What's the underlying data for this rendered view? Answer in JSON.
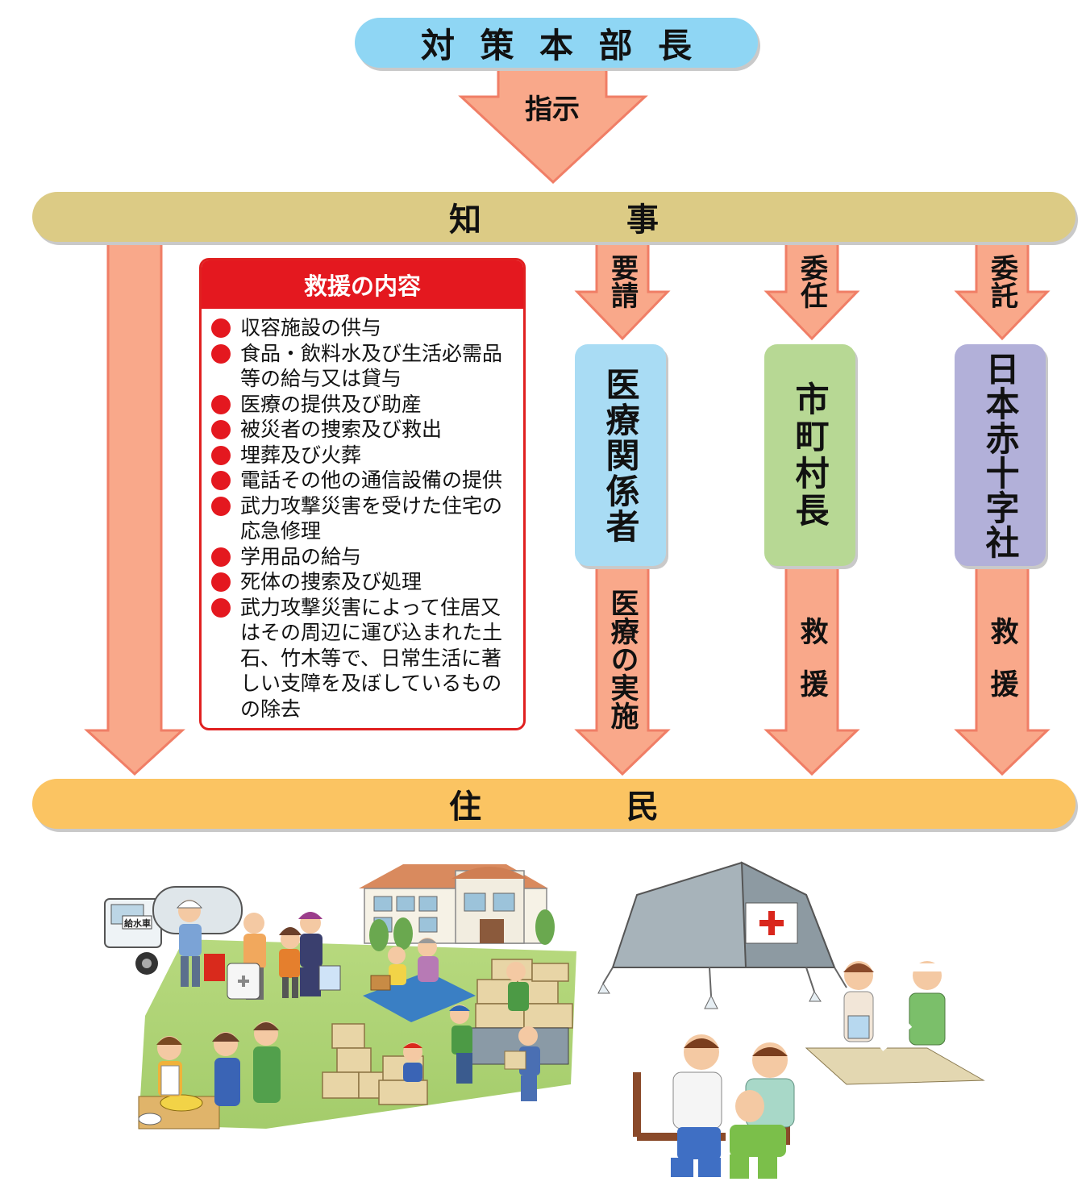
{
  "headquarters": "対策本部長",
  "instruction": "指示",
  "governor": "知事",
  "residents": "住民",
  "relief": {
    "title": "救援の内容",
    "items": [
      "収容施設の供与",
      "食品・飲料水及び生活必需品等の給与又は貸与",
      "医療の提供及び助産",
      "被災者の捜索及び救出",
      "埋葬及び火葬",
      "電話その他の通信設備の提供",
      "武力攻撃災害を受けた住宅の応急修理",
      "学用品の給与",
      "死体の捜索及び処理",
      "武力攻撃災害によって住居又はその周辺に運び込まれた土石、竹木等で、日常生活に著しい支障を及ぼしているものの除去"
    ]
  },
  "branches": [
    {
      "verb": "要請",
      "actor": "医療関係者",
      "action": "医療の実施"
    },
    {
      "verb": "委任",
      "actor": "市町村長",
      "action": "救援"
    },
    {
      "verb": "委託",
      "actor": "日本赤十字社",
      "action": "救援"
    }
  ],
  "illustration_text": {
    "truck_label": "給水車"
  },
  "colors": {
    "arrow": "#f9a88a",
    "arrow_outline": "#f07e66",
    "relief_red": "#e4181f"
  }
}
